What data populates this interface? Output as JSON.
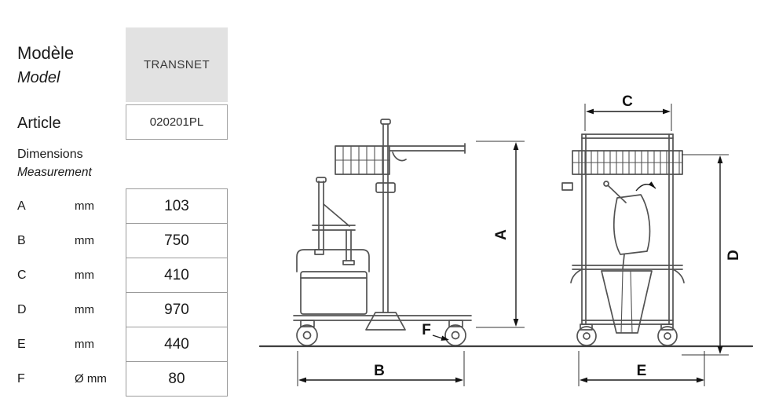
{
  "panel": {
    "model_label_fr": "Modèle",
    "model_label_en": "Model",
    "model_value": "TRANSNET",
    "article_label": "Article",
    "article_value": "020201PL",
    "dimensions_label_fr": "Dimensions",
    "dimensions_label_en": "Measurement"
  },
  "dimension_rows": [
    {
      "key": "A",
      "unit": "mm",
      "value": "103"
    },
    {
      "key": "B",
      "unit": "mm",
      "value": "750"
    },
    {
      "key": "C",
      "unit": "mm",
      "value": "410"
    },
    {
      "key": "D",
      "unit": "mm",
      "value": "970"
    },
    {
      "key": "E",
      "unit": "mm",
      "value": "440"
    },
    {
      "key": "F",
      "unit": "Ø mm",
      "value": "80"
    }
  ],
  "diagram": {
    "dim_a": "A",
    "dim_b": "B",
    "dim_c": "C",
    "dim_d": "D",
    "dim_e": "E",
    "dim_f": "F"
  },
  "colors": {
    "drawing_line": "#525252",
    "dimension_line": "#1c1c1c",
    "model_box_bg": "#e2e2e2",
    "table_border": "#9b9b9b"
  }
}
